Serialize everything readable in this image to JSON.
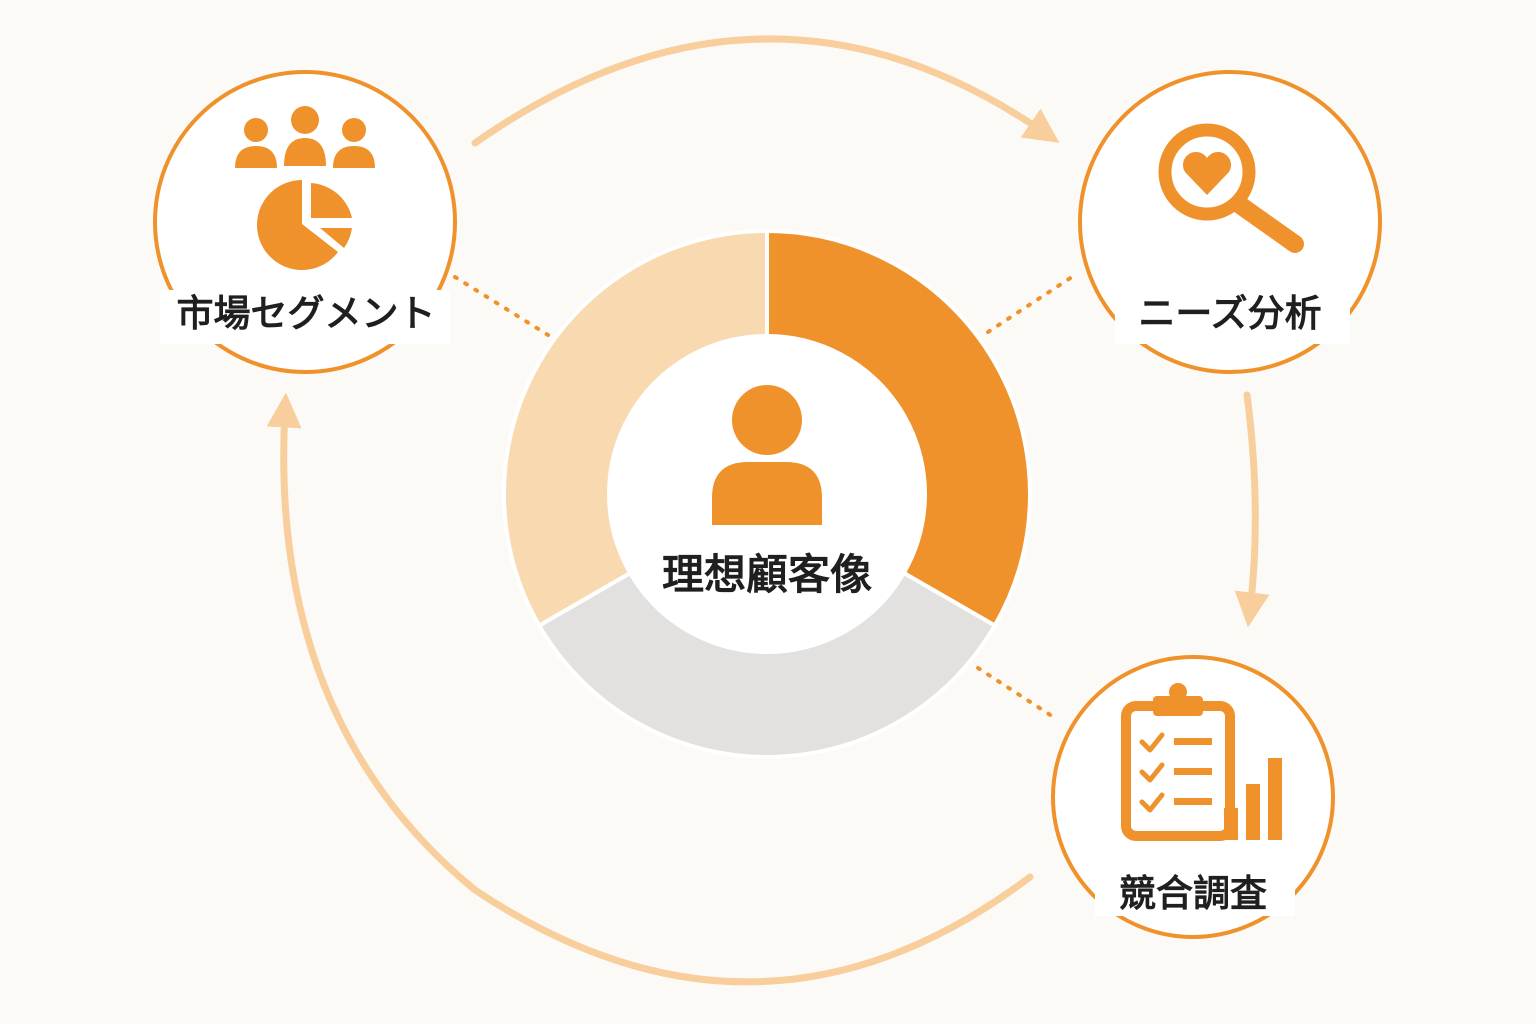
{
  "center": {
    "label": "理想顧客像",
    "icon": "person-icon"
  },
  "nodes": [
    {
      "id": "segment",
      "label": "市場セグメント",
      "icon": "people-pie-chart-icon"
    },
    {
      "id": "needs",
      "label": "ニーズ分析",
      "icon": "magnifier-heart-icon"
    },
    {
      "id": "competition",
      "label": "競合調査",
      "icon": "clipboard-checklist-bar-chart-icon"
    }
  ],
  "donut_segments": [
    {
      "id": "needs-segment",
      "color": "#f0922b"
    },
    {
      "id": "competition-segment",
      "color": "#e3e1df"
    },
    {
      "id": "segment-segment",
      "color": "#f9d9b0"
    }
  ],
  "colors": {
    "accent": "#f0922b",
    "accent_light": "#f9d9b0",
    "arrow": "#f8cf9c",
    "neutral": "#e3e1df",
    "text": "#1f1f1f",
    "background": "#fcfaf6"
  }
}
